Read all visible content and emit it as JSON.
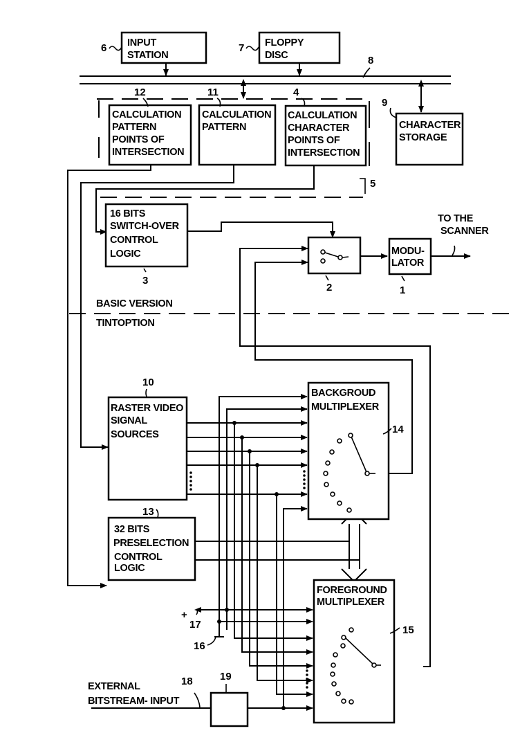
{
  "figure": {
    "blocks": {
      "input_station": {
        "ref": "6",
        "lines": [
          "INPUT",
          "STATION"
        ]
      },
      "floppy_disc": {
        "ref": "7",
        "lines": [
          "FLOPPY",
          "DISC"
        ]
      },
      "bus": {
        "ref": "8"
      },
      "character_storage": {
        "ref": "9",
        "lines": [
          "CHARACTER",
          "STORAGE"
        ]
      },
      "calc_pattern_intersection": {
        "ref": "12",
        "lines": [
          "CALCULATION",
          "PATTERN",
          "POINTS OF",
          "INTERSECTION"
        ]
      },
      "calc_pattern": {
        "ref": "11",
        "lines": [
          "CALCULATION",
          "PATTERN"
        ]
      },
      "calc_character_intersection": {
        "ref": "4",
        "lines": [
          "CALCULATION",
          "CHARACTER",
          "POINTS OF",
          "INTERSECTION"
        ]
      },
      "calc_group": {
        "ref": "5"
      },
      "switch_over_logic": {
        "ref": "3",
        "lines": [
          "16 BITS",
          "SWITCH-OVER",
          "CONTROL",
          "LOGIC"
        ]
      },
      "switch": {
        "ref": "2"
      },
      "modulator": {
        "ref": "1",
        "lines": [
          "MODU-",
          "LATOR"
        ]
      },
      "raster_sources": {
        "ref": "10",
        "lines": [
          "RASTER VIDEO",
          "SIGNAL",
          "SOURCES"
        ]
      },
      "preselection_logic": {
        "ref": "13",
        "lines": [
          "32 BITS",
          "PRESELECTION",
          "CONTROL",
          "LOGIC"
        ]
      },
      "background_mux": {
        "ref": "14",
        "lines": [
          "BACKGROUD",
          "MULTIPLEXER"
        ]
      },
      "foreground_mux": {
        "ref": "15",
        "lines": [
          "FOREGROUND",
          "MULTIPLEXER"
        ]
      },
      "ground_line": {
        "ref": "16"
      },
      "positive_supply": {
        "ref": "17",
        "symbol": "+"
      },
      "external_input_line": {
        "ref": "18"
      },
      "input_block": {
        "ref": "19"
      }
    },
    "annotations": {
      "to_scanner": [
        "TO THE",
        "SCANNER"
      ],
      "basic_version": "BASIC VERSION",
      "tint_option": "TINTOPTION",
      "external_input": [
        "EXTERNAL",
        "BITSTREAM- INPUT"
      ]
    }
  }
}
